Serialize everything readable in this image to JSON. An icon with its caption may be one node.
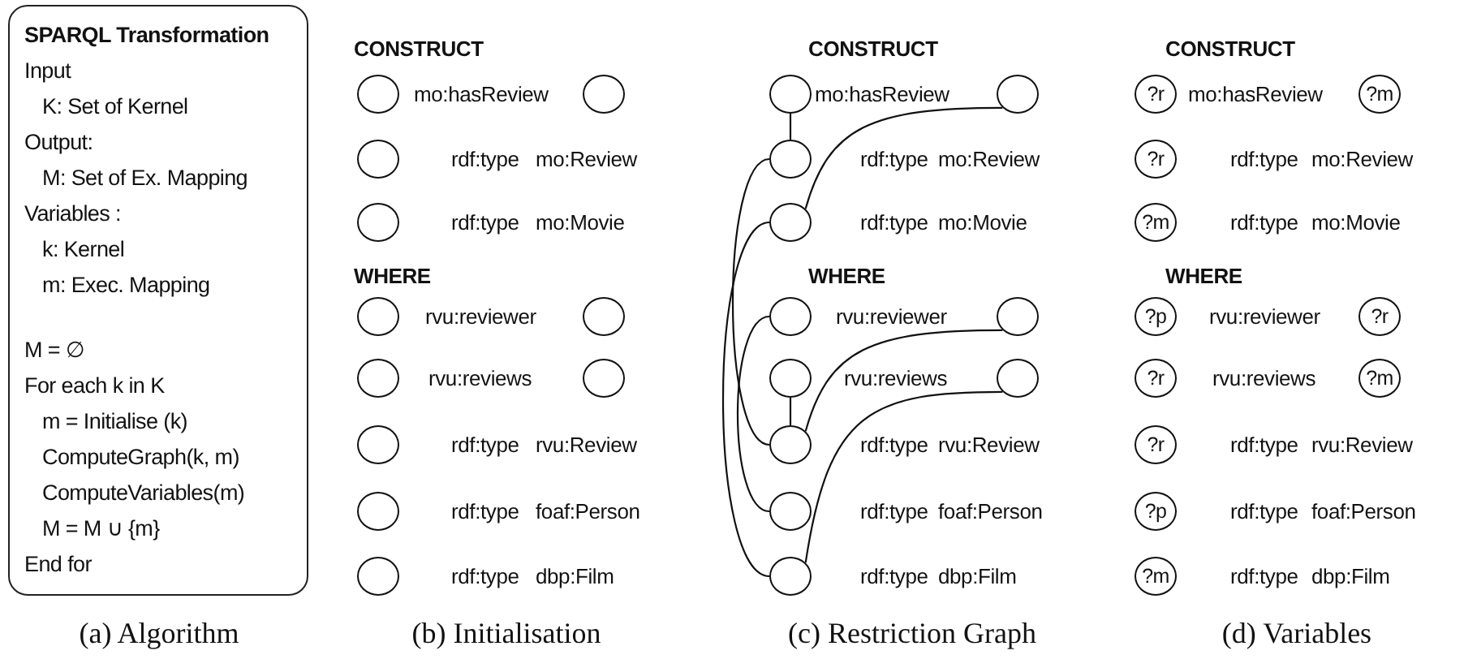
{
  "diagram": {
    "nodes": [
      {
        "text": [
          "SPARQL Transformation",
          "Input",
          "K: Set of Kernel",
          "Output:",
          "M: Set of Ex. Mapping",
          "Variables :",
          "k: Kernel",
          "m: Exec. Mapping",
          "M = ∅",
          "For each k in K",
          "m = Initialise (k)",
          "ComputeGraph(k, m)",
          "ComputeVariables(m)",
          "M = M ∪ {m}",
          "End for"
        ]
      },
      {
        "text": [],
        "shape": "circle"
      },
      {
        "text": [],
        "shape": "circle"
      },
      {
        "text": [],
        "shape": "circle"
      },
      {
        "text": [],
        "shape": "circle"
      },
      {
        "text": [],
        "shape": "circle"
      },
      {
        "text": [],
        "shape": "circle"
      },
      {
        "text": [],
        "shape": "circle"
      },
      {
        "text": [],
        "shape": "circle"
      },
      {
        "text": [],
        "shape": "circle"
      },
      {
        "text": [],
        "shape": "circle"
      },
      {
        "text": [],
        "shape": "circle"
      },
      {
        "text": [],
        "shape": "circle"
      },
      {
        "text": [],
        "shape": "circle"
      },
      {
        "text": [],
        "shape": "circle"
      },
      {
        "text": [],
        "shape": "circle"
      },
      {
        "text": [],
        "shape": "circle"
      },
      {
        "text": [],
        "shape": "circle"
      },
      {
        "text": [],
        "shape": "circle"
      },
      {
        "text": [],
        "shape": "circle"
      },
      {
        "text": [],
        "shape": "circle"
      },
      {
        "text": [],
        "shape": "circle"
      },
      {
        "text": [],
        "shape": "circle"
      },
      {
        "text": [
          "?r"
        ]
      },
      {
        "text": [
          "?m"
        ]
      },
      {
        "text": [
          "?r"
        ]
      },
      {
        "text": [
          "?m"
        ]
      },
      {
        "text": [
          "?p"
        ]
      },
      {
        "text": [
          "?r"
        ]
      },
      {
        "text": [
          "?r"
        ]
      },
      {
        "text": [
          "?m"
        ]
      },
      {
        "text": [
          "?r"
        ]
      },
      {
        "text": [
          "?p"
        ]
      },
      {
        "text": [
          "?m"
        ]
      }
    ],
    "edges": [
      {
        "from": 12,
        "to": 14,
        "arrow": "none"
      },
      {
        "from": 13,
        "to": 15,
        "arrow": "none"
      },
      {
        "from": 14,
        "to": 20,
        "arrow": "none"
      },
      {
        "from": 15,
        "to": 22,
        "arrow": "none"
      },
      {
        "from": 16,
        "to": 21,
        "arrow": "none"
      },
      {
        "from": 17,
        "to": 20,
        "arrow": "none"
      },
      {
        "from": 18,
        "to": 20,
        "arrow": "none"
      },
      {
        "from": 19,
        "to": 22,
        "arrow": "none"
      }
    ],
    "labels": [
      "CONSTRUCT",
      "mo:hasReview",
      "rdf:type",
      "mo:Review",
      "rdf:type",
      "mo:Movie",
      "WHERE",
      "rvu:reviewer",
      "rvu:reviews",
      "rdf:type",
      "rvu:Review",
      "rdf:type",
      "foaf:Person",
      "rdf:type",
      "dbp:Film",
      "CONSTRUCT",
      "mo:hasReview",
      "rdf:type",
      "mo:Review",
      "rdf:type",
      "mo:Movie",
      "WHERE",
      "rvu:reviewer",
      "rvu:reviews",
      "rdf:type",
      "rvu:Review",
      "rdf:type",
      "foaf:Person",
      "rdf:type",
      "dbp:Film",
      "CONSTRUCT",
      "mo:hasReview",
      "rdf:type",
      "mo:Review",
      "rdf:type",
      "mo:Movie",
      "WHERE",
      "rvu:reviewer",
      "rvu:reviews",
      "rdf:type",
      "rvu:Review",
      "rdf:type",
      "foaf:Person",
      "rdf:type",
      "dbp:Film",
      "(a) Algorithm",
      "(b) Initialisation",
      "(c) Restriction Graph",
      "(d) Variables"
    ]
  }
}
